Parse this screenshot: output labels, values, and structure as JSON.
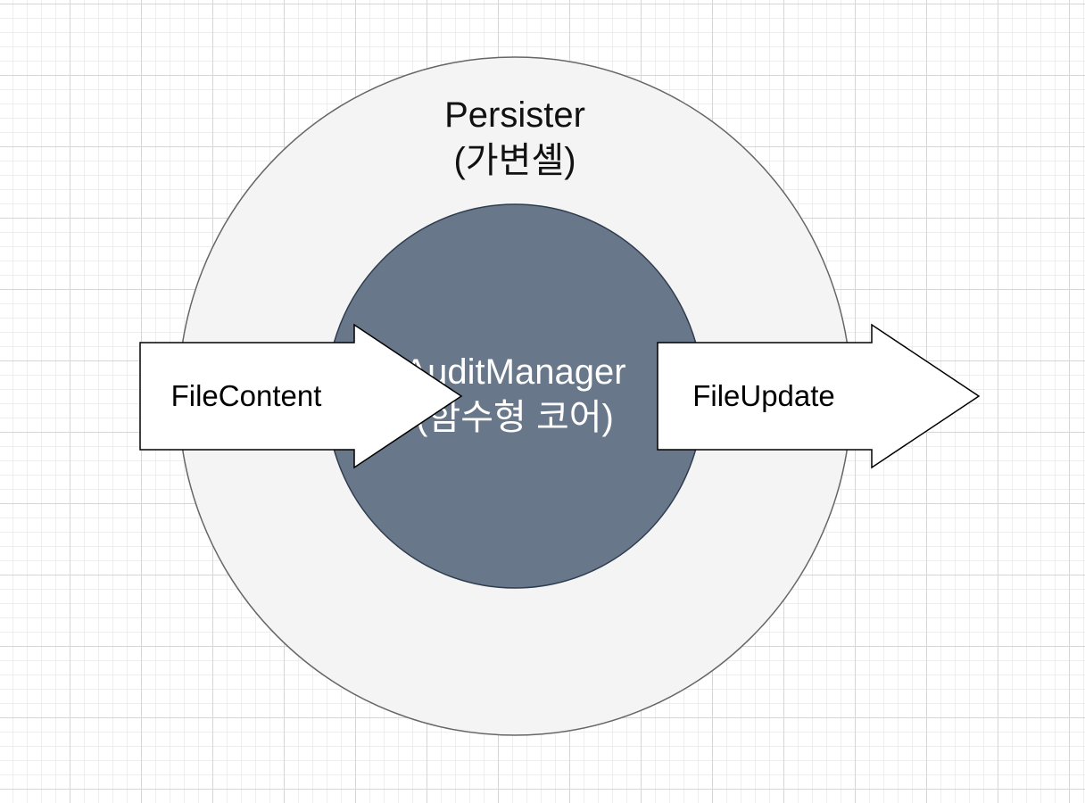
{
  "diagram": {
    "outer": {
      "title": "Persister",
      "subtitle": "(가변셸)",
      "fill": "#f4f4f4",
      "stroke": "#666666"
    },
    "inner": {
      "title": "AuditManager",
      "subtitle": "(함수형 코어)",
      "fill": "#68788a",
      "stroke": "#2f3d4f",
      "text_color": "#ffffff"
    },
    "input_arrow": {
      "label": "FileContent",
      "fill": "#ffffff",
      "stroke": "#000000"
    },
    "output_arrow": {
      "label": "FileUpdate",
      "fill": "#ffffff",
      "stroke": "#000000"
    }
  }
}
